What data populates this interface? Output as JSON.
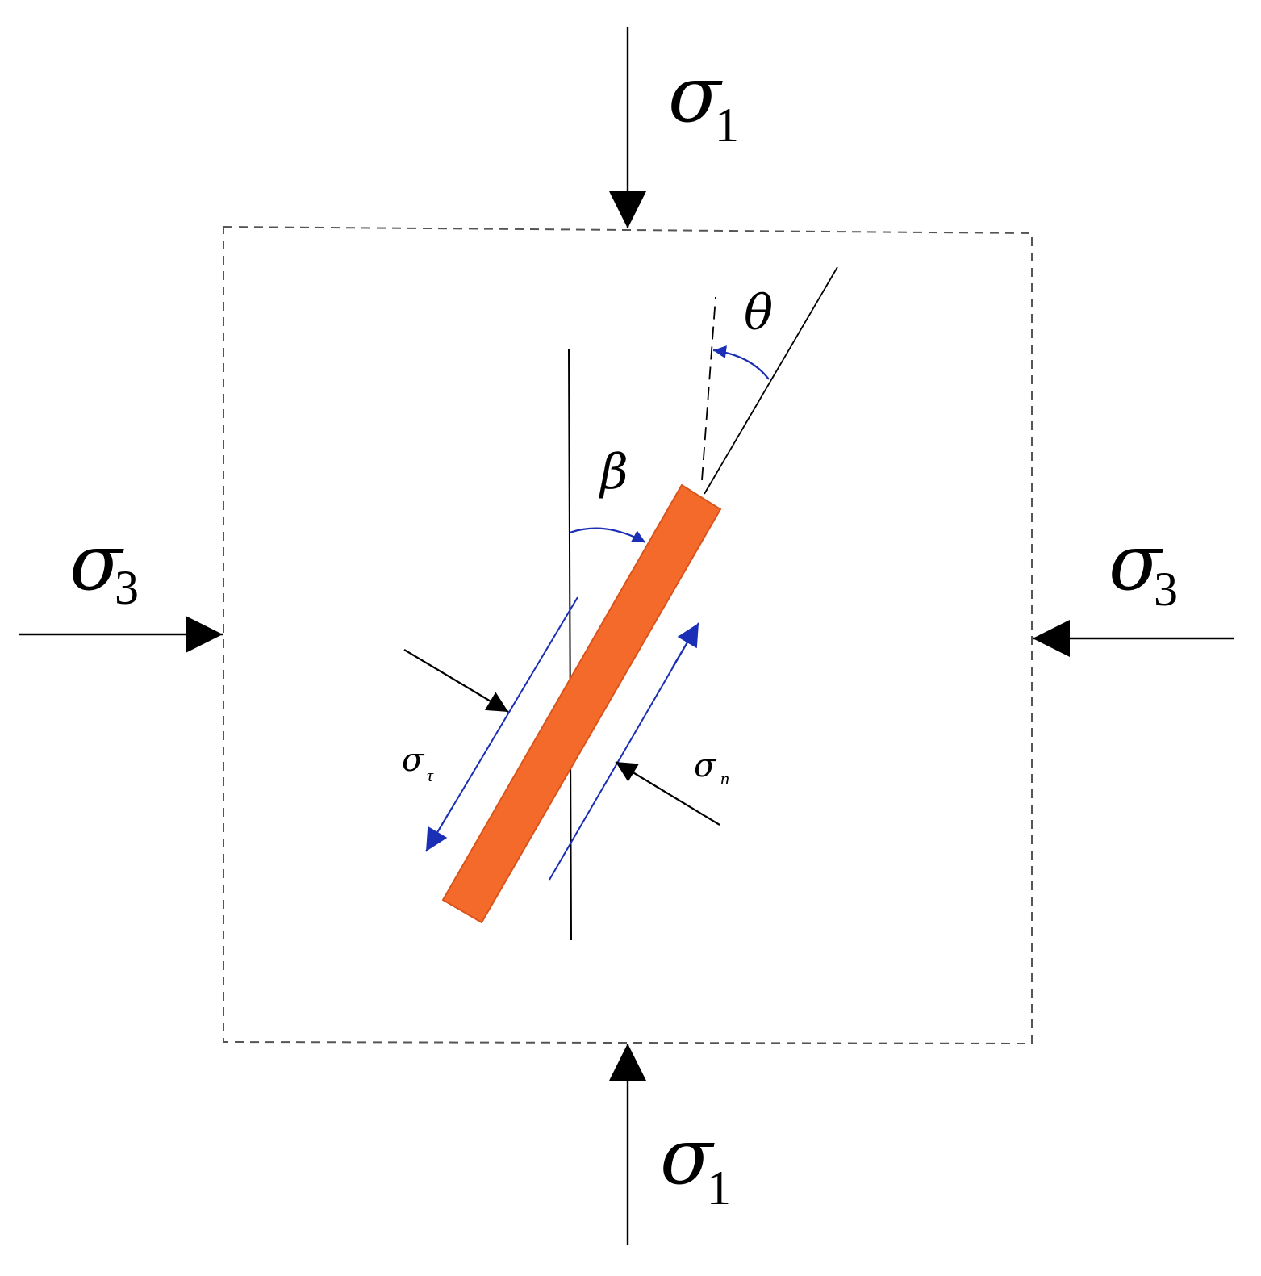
{
  "labels": {
    "sigma": "σ",
    "sub_1": "1",
    "sub_3": "3",
    "beta": "β",
    "theta": "θ",
    "sub_tau": "τ",
    "sub_n": "n"
  },
  "colors": {
    "fracture": "#f46a2a",
    "fracture_edge": "#d9541c",
    "angle_arrow": "#1a2fb5",
    "line": "#000000",
    "box_dash": "#555555"
  }
}
